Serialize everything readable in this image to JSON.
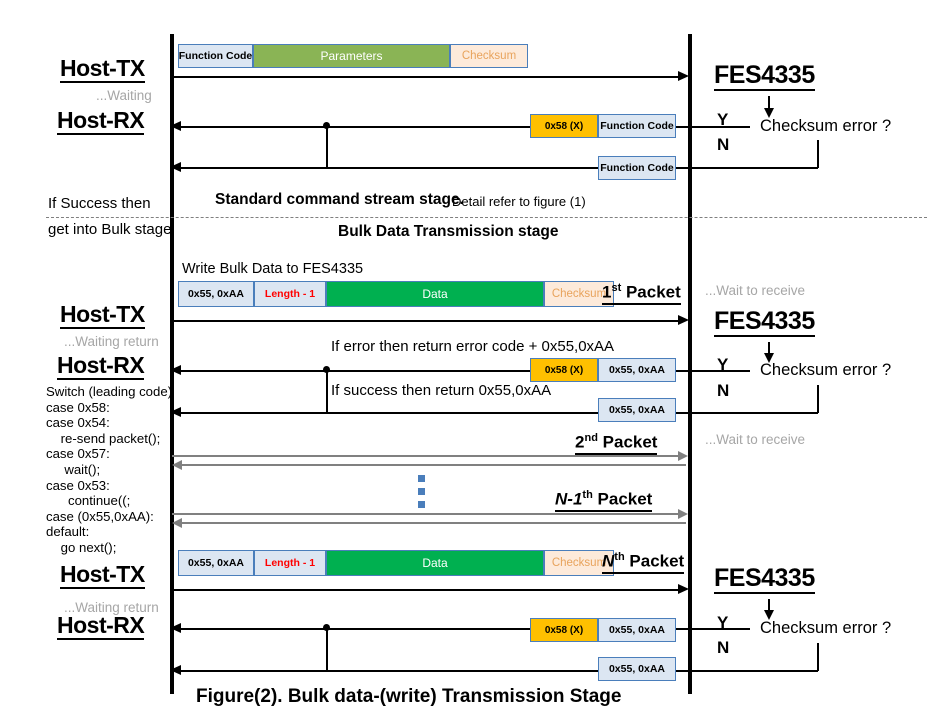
{
  "figure": {
    "caption": "Figure(2). Bulk data-(write) Transmission Stage"
  },
  "roles": {
    "host_tx": "Host-TX",
    "host_rx": "Host-RX",
    "device": "FES4335"
  },
  "status": {
    "waiting": "...Waiting",
    "waiting_return": "...Waiting return",
    "wait_to_receive": "...Wait to receive"
  },
  "stages": {
    "standard_bold": "Standard command stream stage.",
    "standard_detail": "Detail refer to figure (1)",
    "bulk": "Bulk Data Transmission stage",
    "if_success": "If Success then",
    "get_into_bulk": "get into Bulk stage"
  },
  "decision": {
    "question": "Checksum error ?",
    "yes": "Y",
    "no": "N"
  },
  "standard_stage": {
    "tx_packet": [
      {
        "label": "Function Code",
        "style": "blue"
      },
      {
        "label": "Parameters",
        "style": "green"
      },
      {
        "label": "Checksum",
        "style": "peach"
      }
    ],
    "rx_error_packet": [
      {
        "label": "0x58 (X)",
        "style": "amber"
      },
      {
        "label": "Function Code",
        "style": "blue"
      }
    ],
    "rx_ok_packet": [
      {
        "label": "Function Code",
        "style": "blue"
      }
    ]
  },
  "bulk_stage": {
    "write_title": "Write Bulk Data to FES4335",
    "tx_packet": [
      {
        "label": "0x55, 0xAA",
        "style": "blue"
      },
      {
        "label": "Length - 1",
        "style": "length"
      },
      {
        "label": "Data",
        "style": "green2"
      },
      {
        "label": "Checksum",
        "style": "peach"
      }
    ],
    "rx_error_packet": [
      {
        "label": "0x58 (X)",
        "style": "amber"
      },
      {
        "label": "0x55, 0xAA",
        "style": "blue"
      }
    ],
    "rx_ok_packet": [
      {
        "label": "0x55, 0xAA",
        "style": "blue"
      }
    ],
    "notes": {
      "error_return": "If error then return error code +  0x55,0xAA",
      "success_return": "If success then return 0x55,0xAA"
    },
    "packet_labels": {
      "first": "1",
      "first_sup": "st",
      "first_word": " Packet",
      "second": "2",
      "second_sup": "nd",
      "second_word": " Packet",
      "nminus1": "N-1",
      "nminus1_sup": "th",
      "nminus1_word": " Packet",
      "nth": "N",
      "nth_sup": "th",
      "nth_word": " Packet"
    }
  },
  "switch_code": "Switch (leading code)\ncase 0x58:\ncase 0x54:\n    re-send packet();\ncase 0x57:\n     wait();\ncase 0x53:\n      continue((;\ncase (0x55,0xAA):\ndefault:\n    go next();",
  "colors": {
    "border_blue": "#4a7ebb",
    "fill_blue": "#dce6f2",
    "fill_green": "#8ab455",
    "fill_green2": "#00b050",
    "fill_peach": "#fdeada",
    "fill_amber": "#ffc000",
    "gray_text": "#a6a6a6",
    "gray_arrow": "#808080",
    "red_text": "#ff0000"
  }
}
